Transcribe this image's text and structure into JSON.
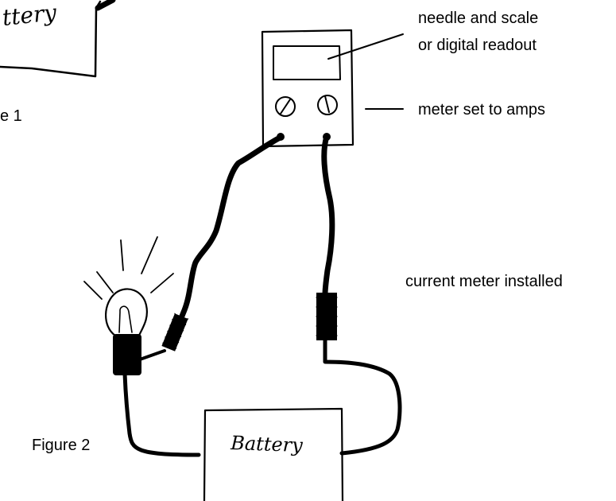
{
  "labels": {
    "meter_display": "needle and scale",
    "meter_display_line2": "or digital readout",
    "meter_setting": "meter set to amps",
    "current_meter": "current meter installed",
    "figure_1_fragment": "e 1",
    "figure_2": "Figure 2"
  },
  "handwriting": {
    "battery_main": "Battery",
    "battery_partial": "ttery"
  },
  "colors": {
    "ink": "#000000",
    "background": "#ffffff"
  }
}
